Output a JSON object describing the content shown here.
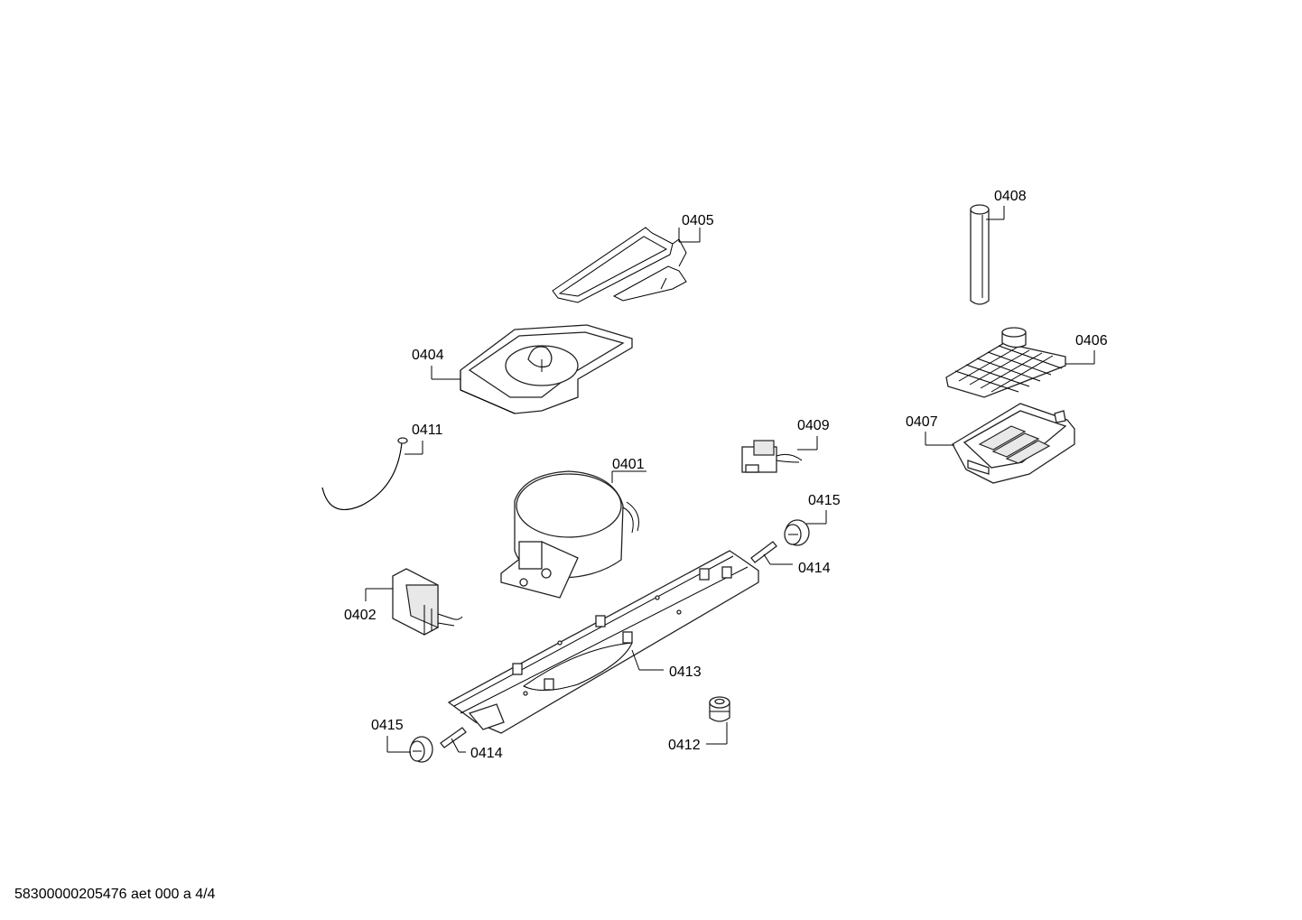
{
  "parts": {
    "p0401": "0401",
    "p0402": "0402",
    "p0404": "0404",
    "p0405": "0405",
    "p0406": "0406",
    "p0407": "0407",
    "p0408": "0408",
    "p0409": "0409",
    "p0411": "0411",
    "p0412": "0412",
    "p0413": "0413",
    "p0414a": "0414",
    "p0414b": "0414",
    "p0415a": "0415",
    "p0415b": "0415"
  },
  "footer": {
    "doc_code": "58300000205476 aet 000 a 4/4"
  }
}
